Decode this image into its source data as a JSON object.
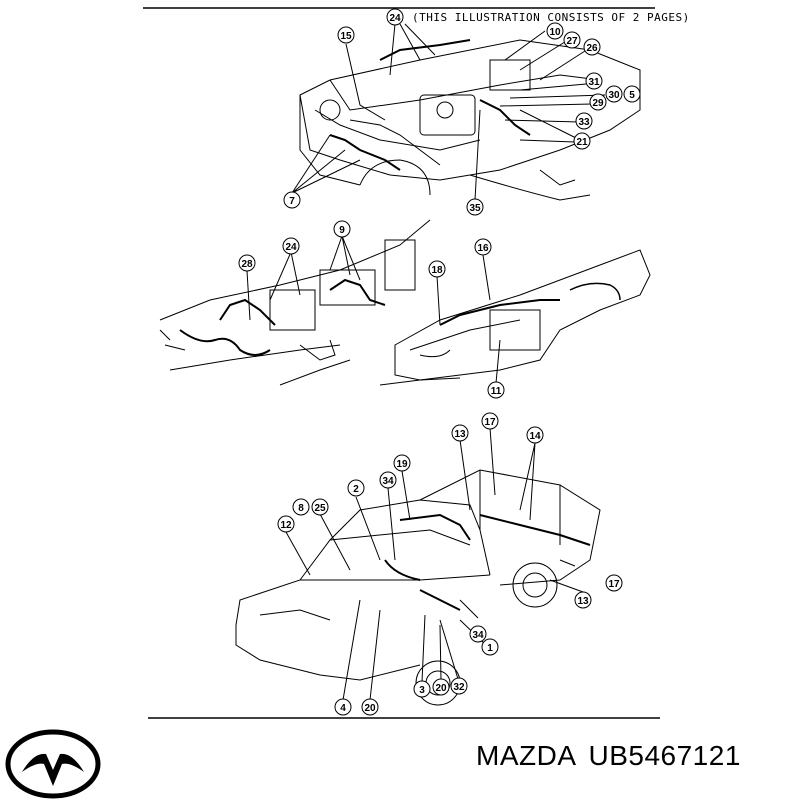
{
  "header_note": "(THIS ILLUSTRATION CONSISTS OF  2 PAGES)",
  "brand": {
    "name": "MAZDA",
    "part_number": "UB5467121",
    "logo": "mazda-logo-icon"
  },
  "callouts": {
    "top": [
      "24",
      "15",
      "10",
      "27",
      "26",
      "31",
      "30",
      "5",
      "29",
      "33",
      "21",
      "35",
      "7"
    ],
    "middle": [
      "24",
      "9",
      "28",
      "16",
      "18",
      "11"
    ],
    "bottom": [
      "13",
      "17",
      "14",
      "19",
      "34",
      "2",
      "8",
      "25",
      "12",
      "17",
      "13",
      "34",
      "1",
      "3",
      "32",
      "20",
      "4",
      "20"
    ]
  },
  "colors": {
    "ink": "#000000",
    "paper": "#ffffff"
  }
}
